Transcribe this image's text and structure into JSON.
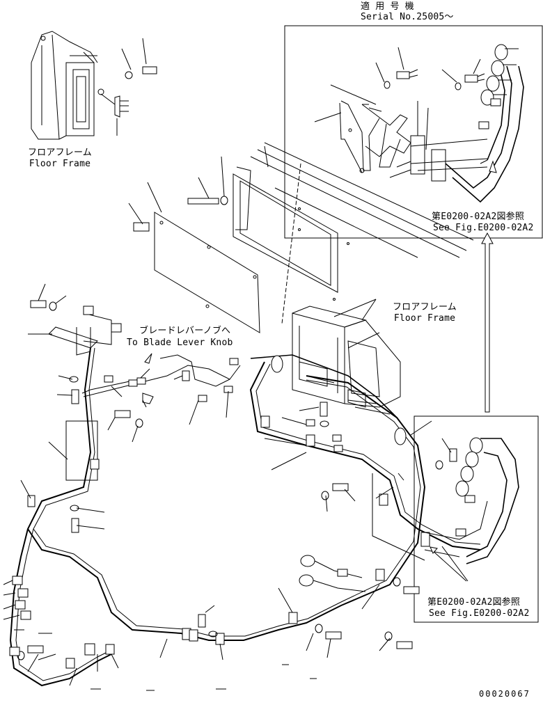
{
  "serial_box": {
    "title_jp": "適 用 号 機",
    "serial": "Serial No.25005～"
  },
  "floor_frame_top": {
    "jp": "フロアフレーム",
    "en": "Floor Frame"
  },
  "floor_frame_mid": {
    "jp": "フロアフレーム",
    "en": "Floor Frame"
  },
  "blade_lever": {
    "jp": "ブレードレバーノブへ",
    "en": "To Blade Lever Knob"
  },
  "ref_upper": {
    "jp": "第E0200-02A2図参照",
    "en": "See Fig.E0200-02A2"
  },
  "ref_lower": {
    "jp": "第E0200-02A2図参照",
    "en": "See Fig.E0200-02A2"
  },
  "drawing_number": "00020067"
}
